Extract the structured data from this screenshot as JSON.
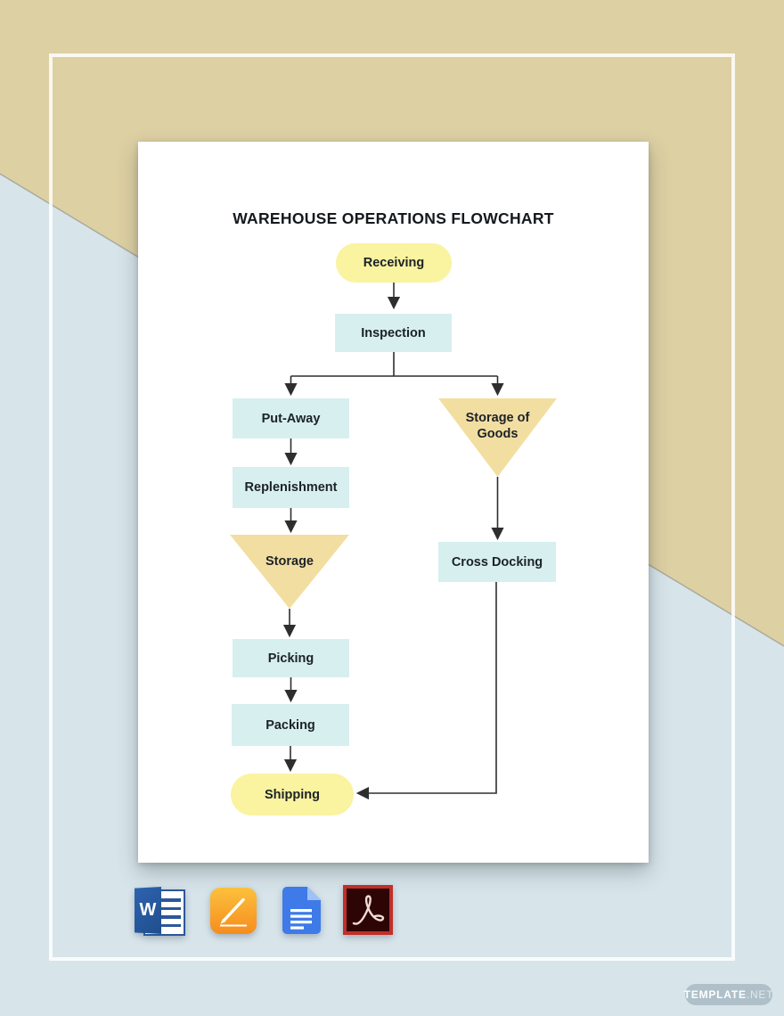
{
  "document": {
    "title": "WAREHOUSE OPERATIONS FLOWCHART"
  },
  "flowchart": {
    "nodes": {
      "receiving": {
        "label": "Receiving",
        "shape": "pill"
      },
      "inspection": {
        "label": "Inspection",
        "shape": "rect"
      },
      "put_away": {
        "label": "Put-Away",
        "shape": "rect"
      },
      "replenishment": {
        "label": "Replenishment",
        "shape": "rect"
      },
      "storage": {
        "label": "Storage",
        "shape": "inverted-triangle"
      },
      "picking": {
        "label": "Picking",
        "shape": "rect"
      },
      "packing": {
        "label": "Packing",
        "shape": "rect"
      },
      "shipping": {
        "label": "Shipping",
        "shape": "pill"
      },
      "storage_of_goods": {
        "label": "Storage of Goods",
        "shape": "inverted-triangle"
      },
      "cross_docking": {
        "label": "Cross Docking",
        "shape": "rect"
      }
    },
    "edges": [
      {
        "from": "Receiving",
        "to": "Inspection"
      },
      {
        "from": "Inspection",
        "to": "Put-Away"
      },
      {
        "from": "Inspection",
        "to": "Storage of Goods"
      },
      {
        "from": "Put-Away",
        "to": "Replenishment"
      },
      {
        "from": "Replenishment",
        "to": "Storage"
      },
      {
        "from": "Storage",
        "to": "Picking"
      },
      {
        "from": "Picking",
        "to": "Packing"
      },
      {
        "from": "Packing",
        "to": "Shipping"
      },
      {
        "from": "Storage of Goods",
        "to": "Cross Docking"
      },
      {
        "from": "Cross Docking",
        "to": "Shipping"
      }
    ]
  },
  "footer": {
    "app_icons": [
      {
        "name": "microsoft-word",
        "letter": "W"
      },
      {
        "name": "apple-pages"
      },
      {
        "name": "google-docs"
      },
      {
        "name": "adobe-acrobat"
      }
    ],
    "badge": {
      "bold": "TEMPLATE",
      "light": ".NET"
    }
  },
  "colors": {
    "bg_tan": "#DDD0A3",
    "bg_blue": "#D7E5EB",
    "paper": "#FFFFFF",
    "node_yellow": "#FAF3A0",
    "node_cyan": "#D7EFEF",
    "node_tan": "#F3DEA2",
    "text": "#1C2226",
    "line": "#2E2E2E",
    "badge_bg": "#AFC0CA"
  }
}
